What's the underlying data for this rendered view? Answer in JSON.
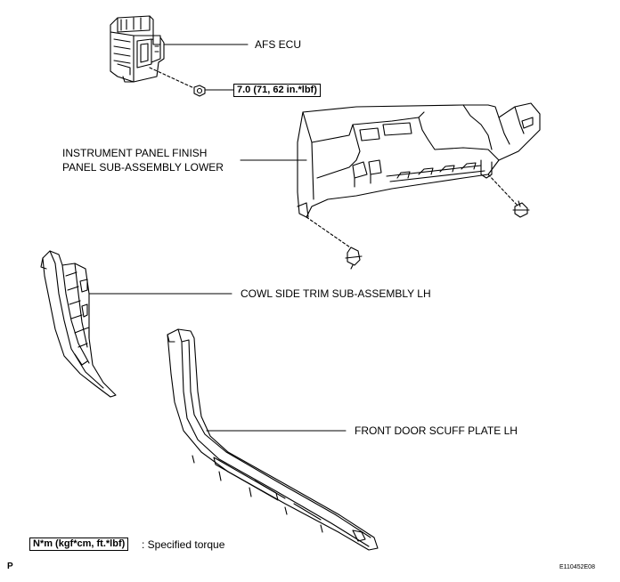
{
  "labels": {
    "afs_ecu": "AFS ECU",
    "torque_value": "7.0 (71, 62 in.*lbf)",
    "instrument_panel_line1": "INSTRUMENT PANEL FINISH",
    "instrument_panel_line2": "PANEL SUB-ASSEMBLY LOWER",
    "cowl_side_trim": "COWL SIDE TRIM SUB-ASSEMBLY LH",
    "front_door_scuff": "FRONT DOOR SCUFF PLATE LH"
  },
  "legend": {
    "unit_box": "N*m (kgf*cm, ft.*lbf)",
    "description": ": Specified torque"
  },
  "footer": {
    "left_mark": "P",
    "figure_code": "E110452E08"
  }
}
